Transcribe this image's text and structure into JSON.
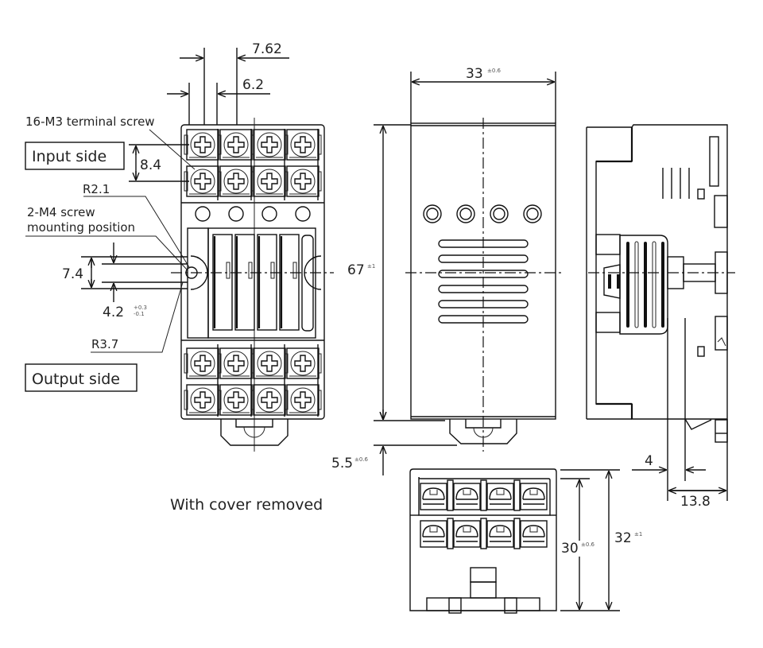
{
  "figure": {
    "title": "Terminal socket dimensions",
    "caption_cover_removed": "With cover removed"
  },
  "front_view_cover_removed": {
    "labels": {
      "input_side": "Input side",
      "output_side": "Output side",
      "terminal_screw": "16-M3 terminal screw",
      "mounting_line1": "2-M4 screw",
      "mounting_line2": "mounting position"
    },
    "dimensions": {
      "pitch_7_62": "7.62",
      "pitch_6_2": "6.2",
      "row_8_4": "8.4",
      "radius_2_1": "R2.1",
      "slot_7_4": "7.4",
      "slot_4_2": "4.2",
      "slot_4_2_tol_upper": "+0.3",
      "slot_4_2_tol_lower": "-0.1",
      "radius_3_7": "R3.7"
    },
    "terminal_rows": 4,
    "terminal_cols": 4,
    "indicator_holes": 4
  },
  "front_view_cover": {
    "dimensions": {
      "width": "33",
      "width_tol": "±0.6",
      "height": "67",
      "height_tol": "±1",
      "rail_offset": "5.5",
      "rail_offset_tol": "±0.6"
    },
    "indicator_holes": 4,
    "vent_slots": 6
  },
  "side_view": {
    "dimensions": {
      "offset_4": "4",
      "depth_13_8": "13.8"
    }
  },
  "bottom_view": {
    "dimensions": {
      "inner_height": "30",
      "inner_height_tol": "±0.6",
      "outer_height": "32",
      "outer_height_tol": "±1"
    },
    "terminal_rows": 2,
    "terminal_cols": 4
  }
}
